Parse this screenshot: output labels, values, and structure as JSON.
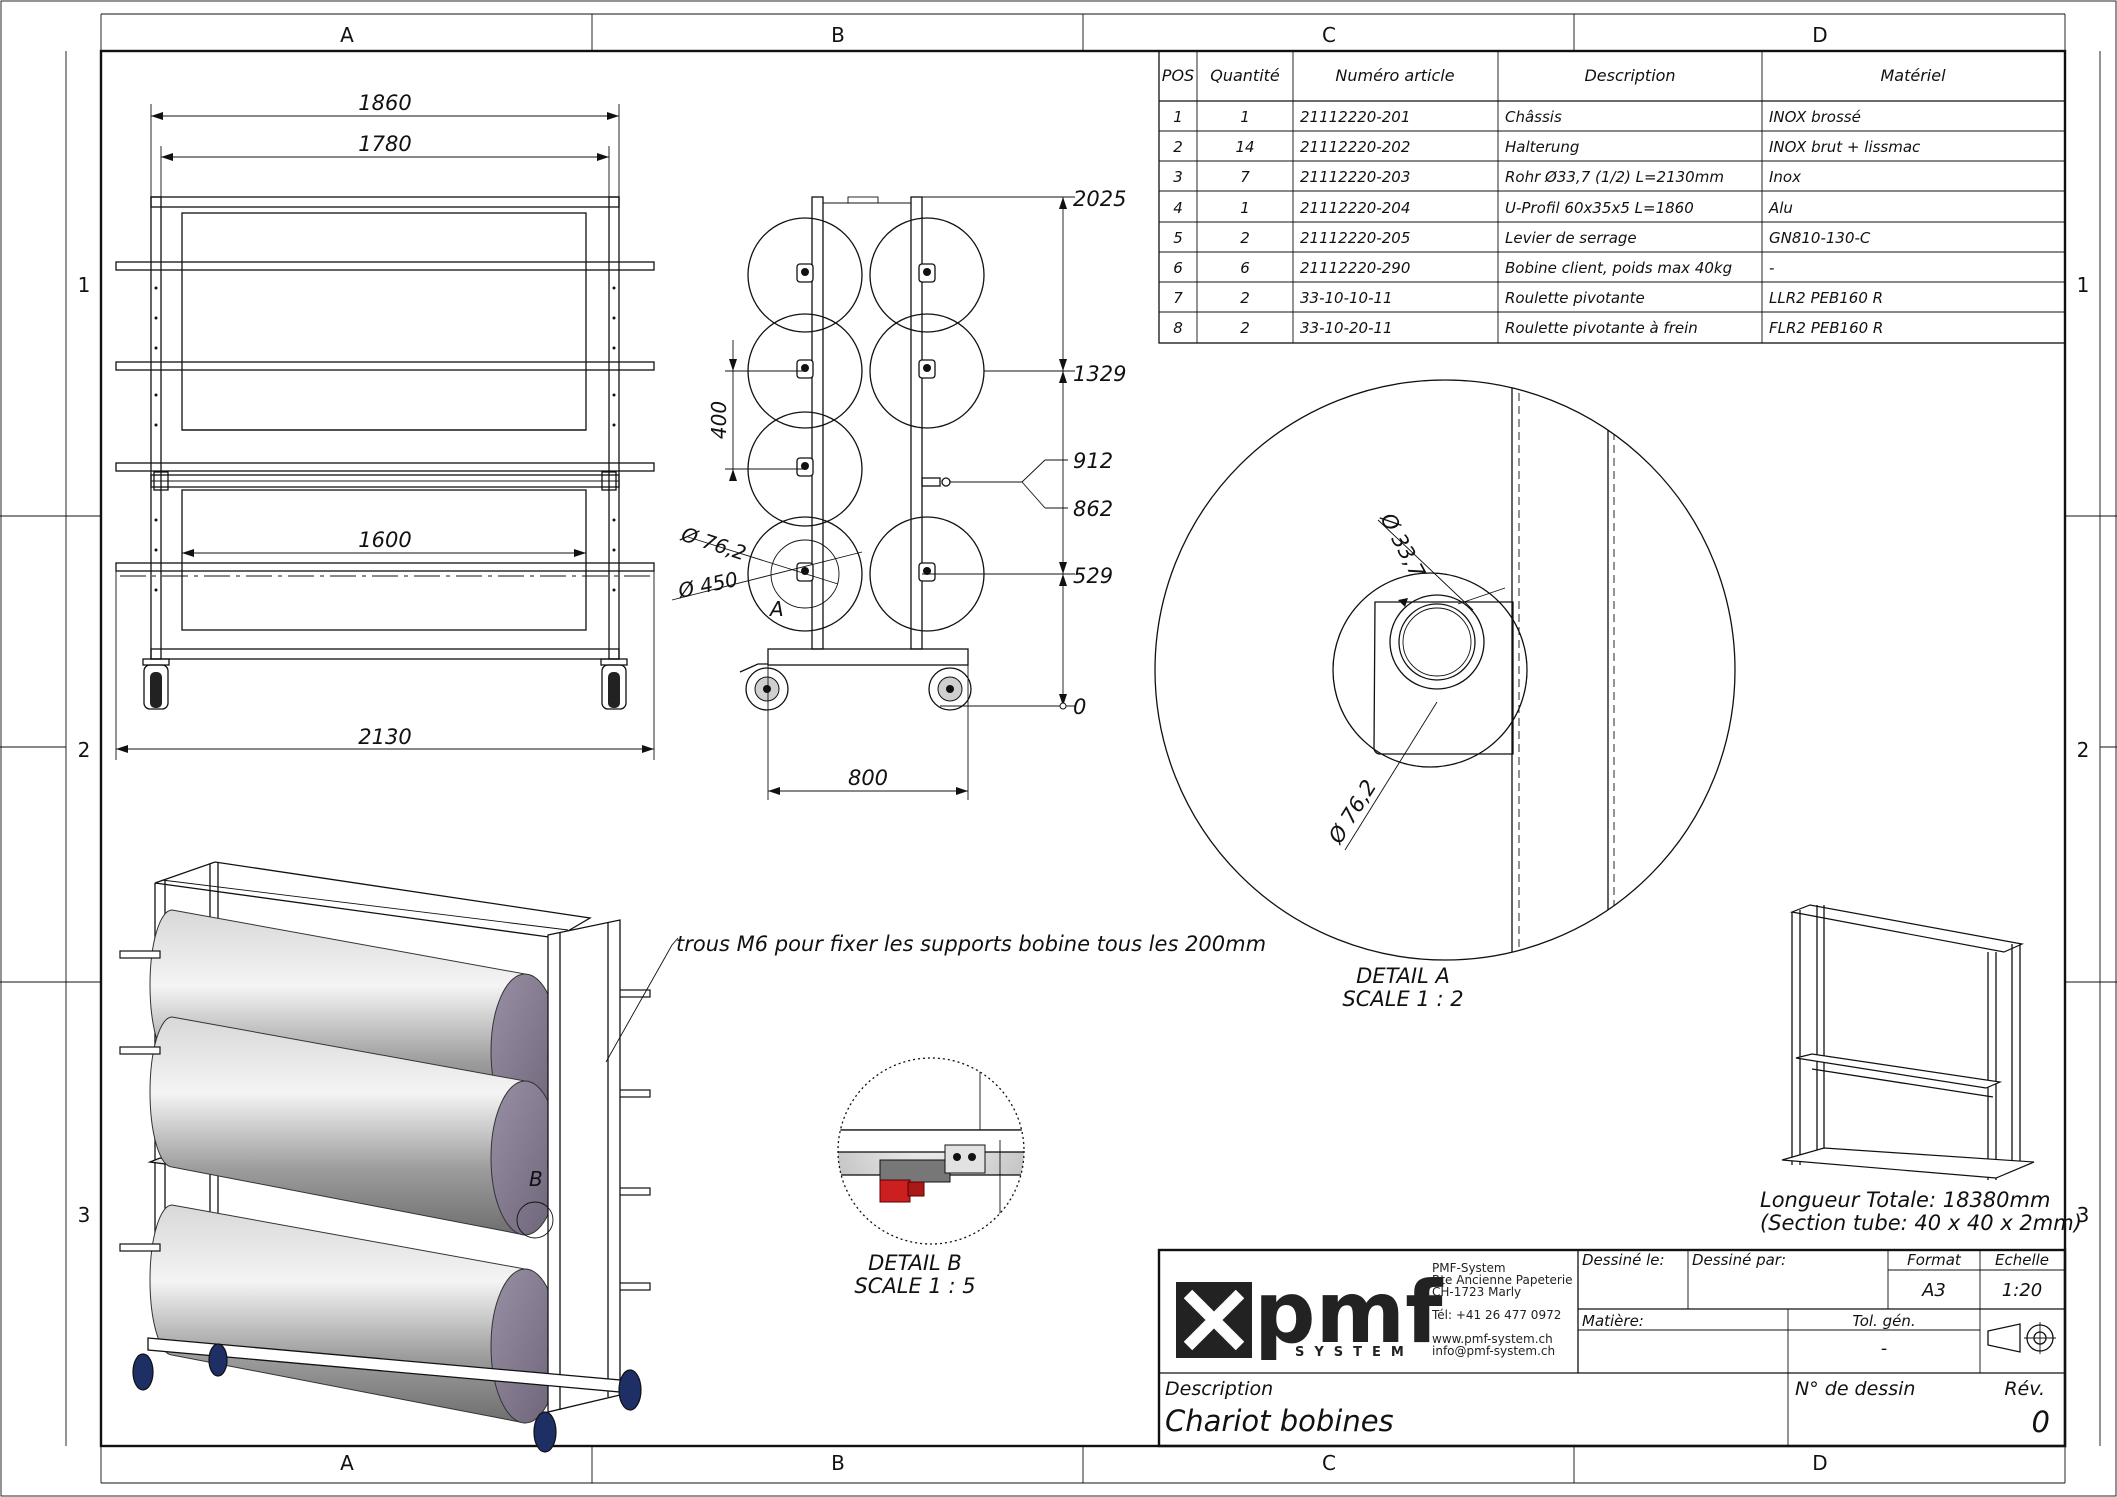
{
  "sheet": {
    "zones_x": [
      "A",
      "B",
      "C",
      "D"
    ],
    "zones_y": [
      "1",
      "2",
      "3"
    ]
  },
  "bom": {
    "headers": [
      "POS",
      "Quantité",
      "Numéro article",
      "Description",
      "Matériel"
    ],
    "rows": [
      [
        "1",
        "1",
        "21112220-201",
        "Châssis",
        "INOX brossé"
      ],
      [
        "2",
        "14",
        "21112220-202",
        "Halterung",
        "INOX brut + lissmac"
      ],
      [
        "3",
        "7",
        "21112220-203",
        "Rohr Ø33,7 (1/2) L=2130mm",
        "Inox"
      ],
      [
        "4",
        "1",
        "21112220-204",
        "U-Profil 60x35x5 L=1860",
        "Alu"
      ],
      [
        "5",
        "2",
        "21112220-205",
        "Levier de serrage",
        "GN810-130-C"
      ],
      [
        "6",
        "6",
        "21112220-290",
        "Bobine client, poids max 40kg",
        "-"
      ],
      [
        "7",
        "2",
        "33-10-10-11",
        "Roulette pivotante",
        "LLR2 PEB160 R"
      ],
      [
        "8",
        "2",
        "33-10-20-11",
        "Roulette pivotante à frein",
        "FLR2 PEB160 R"
      ]
    ]
  },
  "front_view": {
    "dim_1860": "1860",
    "dim_1780": "1780",
    "dim_1600": "1600",
    "dim_2130": "2130"
  },
  "side_view": {
    "dim_2025": "2025",
    "dim_1329": "1329",
    "dim_912": "912",
    "dim_862": "862",
    "dim_529": "529",
    "dim_0": "0",
    "dim_400": "400",
    "dim_800": "800",
    "dia_762": "Ø 76,2",
    "dia_450": "Ø 450",
    "label_a": "A"
  },
  "detail_a": {
    "dia_337": "Ø 33,7",
    "dia_762": "Ø 76,2",
    "title": "DETAIL A",
    "scale": "SCALE 1 : 2"
  },
  "detail_b": {
    "title": "DETAIL B",
    "scale": "SCALE 1 : 5"
  },
  "iso_view": {
    "note": "trous M6 pour fixer les supports bobine tous les 200mm",
    "label_b": "B"
  },
  "frame_info": {
    "line1": "Longueur Totale: 18380mm",
    "line2": "(Section tube: 40 x 40 x 2mm)"
  },
  "title_block": {
    "logo_text": "pmf",
    "logo_sub": "SYSTEM",
    "company": [
      "PMF-System",
      "Rte Ancienne Papeterie",
      "CH-1723 Marly"
    ],
    "phone": "Tél: +41 26 477 0972",
    "web": "www.pmf-system.ch",
    "email": "info@pmf-system.ch",
    "designed_on_label": "Dessiné le:",
    "designed_by_label": "Dessiné par:",
    "format_label": "Format",
    "format_value": "A3",
    "scale_label": "Echelle",
    "scale_value": "1:20",
    "material_label": "Matière:",
    "tolerance_label": "Tol. gén.",
    "tolerance_value": "-",
    "description_label": "Description",
    "description_value": "Chariot bobines",
    "drawing_no_label": "N° de dessin",
    "revision_label": "Rév.",
    "revision_value": "0"
  },
  "colors": {
    "line": "#111111",
    "lever": "#cc1f1f",
    "roll_end": "#8a8192"
  }
}
